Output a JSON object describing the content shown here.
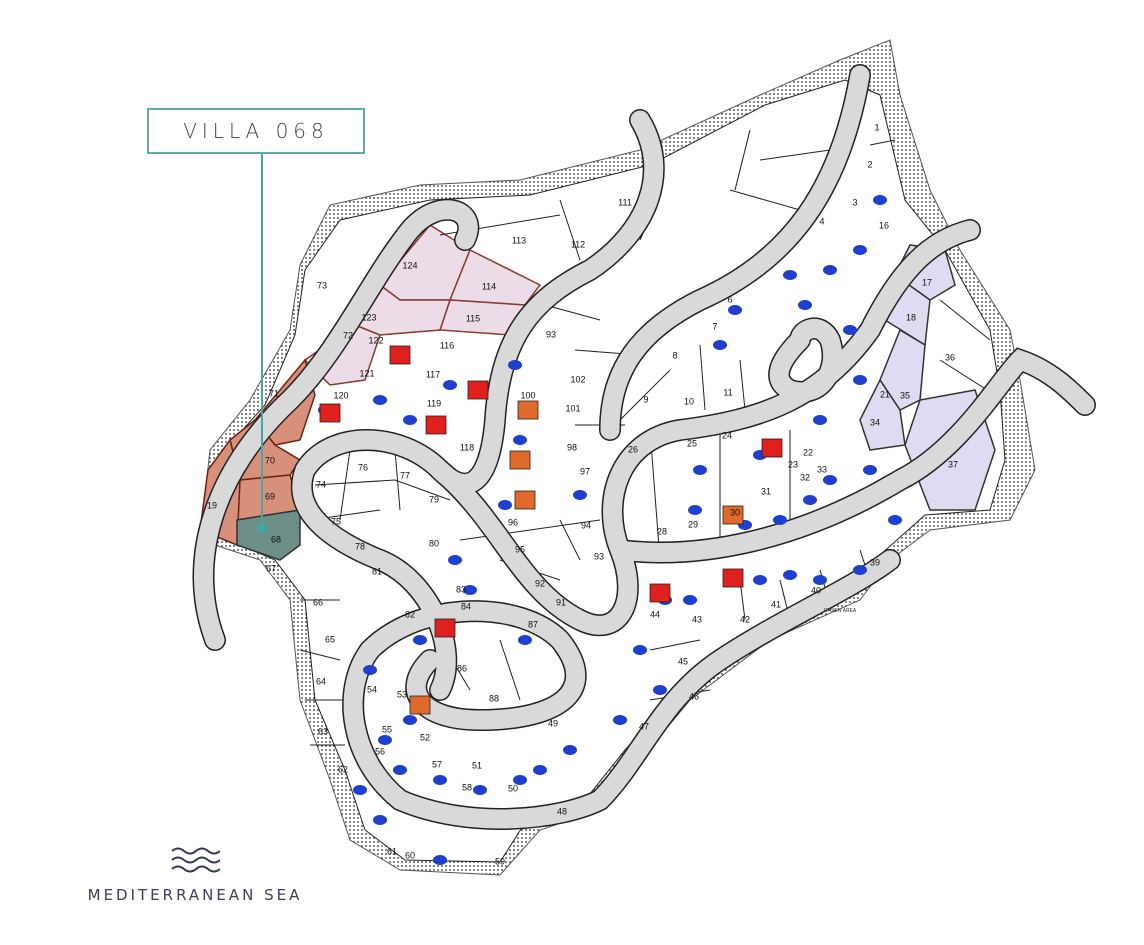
{
  "callout": {
    "label": "VILLA 068",
    "highlight_color": "#6e8f88",
    "line_color": "#4aa3a5"
  },
  "legend": {
    "label": "MEDITERRANEAN SEA",
    "icon": "waves-icon"
  },
  "green_area_label": "GREEN AREA",
  "colors": {
    "pink_lots": "#ecdce8",
    "orange_lots": "#d9907a",
    "lavender_lots": "#dedcf2",
    "road": "#d9d9d9",
    "pool": "#1e3fd0",
    "roof_red": "#e0201c",
    "roof_orange": "#e06a2a"
  },
  "lots": [
    "1",
    "2",
    "3",
    "4",
    "16",
    "17",
    "18",
    "36",
    "37",
    "35",
    "34",
    "21",
    "22",
    "23",
    "33",
    "32",
    "31",
    "30",
    "29",
    "28",
    "26",
    "25",
    "24",
    "39",
    "40",
    "41",
    "42",
    "43",
    "44",
    "45",
    "46",
    "47",
    "48",
    "49",
    "50",
    "51",
    "52",
    "53",
    "54",
    "55",
    "56",
    "57",
    "58",
    "59",
    "60",
    "61",
    "62",
    "63",
    "64",
    "65",
    "66",
    "67",
    "68",
    "69",
    "70",
    "19",
    "71",
    "72",
    "73",
    "74",
    "75",
    "76",
    "77",
    "78",
    "79",
    "80",
    "81",
    "82",
    "83",
    "84",
    "86",
    "87",
    "88",
    "91",
    "92",
    "93",
    "94",
    "95",
    "96",
    "97",
    "98",
    "100",
    "101",
    "102",
    "93",
    "8",
    "9",
    "10",
    "11",
    "6",
    "7",
    "111",
    "112",
    "113",
    "114",
    "115",
    "116",
    "117",
    "118",
    "119",
    "120",
    "121",
    "122",
    "123",
    "124"
  ]
}
